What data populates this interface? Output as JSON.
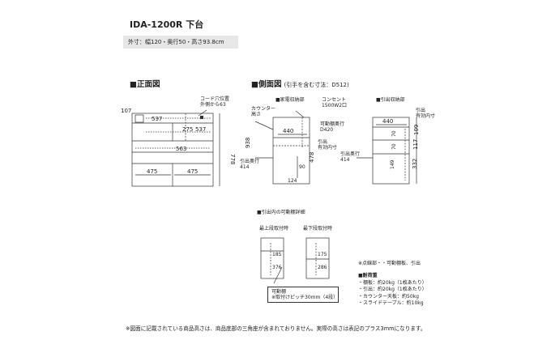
{
  "header": {
    "title": "IDA-1200R 下台",
    "spec": "外寸：幅120・奥行50・高さ93.8cm"
  },
  "sections": {
    "front": "■正面図",
    "side": "■側面図",
    "side_note": "(引手を含む寸法：D512)",
    "appliance_label": "■家電収納部",
    "drawer_label": "■引出収納部",
    "detail": "■引出内の可動棚詳細"
  },
  "front": {
    "dims": [
      "107",
      "537",
      "275",
      "537",
      "563",
      "475",
      "475",
      "778"
    ],
    "cord_note_1": "コード穴位置",
    "cord_note_2": "外側から63"
  },
  "appliance": {
    "outlet_1": "コンセント",
    "outlet_2": "1500W2口",
    "counter_1": "カウンター",
    "counter_2": "高さ",
    "width_dim": "440",
    "movable_1": "可動棚奥行",
    "movable_2": "D420",
    "drawer_inner_1": "引出",
    "drawer_inner_2": "有効内寸",
    "drawer_depth_1": "引出奥行",
    "drawer_depth_2": "414",
    "height_938": "938",
    "height_478": "478",
    "inner_90": "90",
    "inner_124": "124"
  },
  "drawer": {
    "width_dim": "440",
    "inner_label_1": "引出",
    "inner_label_2": "有効内寸",
    "depth_label_1": "引出奥行",
    "depth_label_2": "414",
    "inner_heights": [
      "70",
      "70",
      "149"
    ],
    "outer_heights": [
      "109",
      "117",
      "332"
    ]
  },
  "detail": {
    "top_label": "最上段取付時",
    "bottom_label": "最下段取付時",
    "top_dims": [
      "185",
      "376"
    ],
    "bottom_dims": [
      "175",
      "286"
    ],
    "note_1": "可動棚",
    "note_2": "※取付けピッチ30mm（4段）"
  },
  "legend": {
    "dotted": "※点線部・・可動棚板、引出",
    "load_title": "■耐荷重",
    "load_1": "・棚板：約20kg（1枚あたり）",
    "load_2": "・引出：約20kg（1枚あたり）",
    "load_3": "・カウンター天板：約50kg",
    "load_4": "・スライドテーブル：約10kg"
  },
  "footer": "※図面に記載されている商品高さは、商品底部の三角座が含まれておりません。実際の高さは表記のプラス3mmになります。"
}
